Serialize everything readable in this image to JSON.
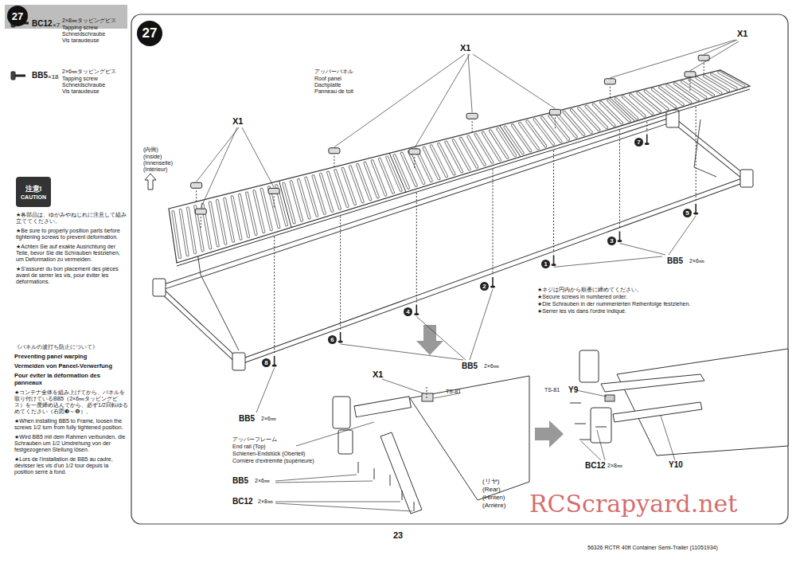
{
  "diagram": {
    "nodes": [
      {
        "text": [
          "27"
        ]
      },
      {
        "text": [
          "27"
        ]
      },
      {
        "text": [
          "注意!",
          "CAUTION"
        ]
      }
    ],
    "labels": [
      "BC12",
      "×7",
      "2×8㎜タッピングビス",
      "Tapping screw",
      "Schneidschraube",
      "Vis taraudeuse",
      "BB5",
      "×18",
      "2×6㎜タッピングビス",
      "Tapping screw",
      "Schneidschraube",
      "Vis taraudeuse",
      "★各部品は、ゆがみやねじれに注意して組み立ててください。",
      "★Be sure to properly position parts before tightening screws to prevent deformation.",
      "★Achten Sie auf exakte Ausrichtung der Teile, bevor Sie die Schrauben festziehen, um Deformation zu vermeiden.",
      "★S'assurer du bon placement des pièces avant de serrer les vis, pour éviter les déformations.",
      "《パネルの波打ち防止について》",
      "Preventing panel warping",
      "Vermeiden von Paneel-Verwerfung",
      "Pour éviter la déformation des panneaux",
      "★コンテナ全体を組み上げてから、パネルを取り付けているBB5（2×6㎜タッピングビス）を一度締め込んでから、必ず1/2回転ゆるめてください（右図❸～❽）。",
      "★When installing BB5 to Frame, loosen the screws 1/2 turn from fully tightened position.",
      "★Wird BB5 mit dem Rahmen verbunden, die Schrauben um 1/2 Umdrehung von der festgezogenen Stellung lösen.",
      "★Lors de l'installation de BB5 au cadre, dévisser les vis d'un 1/2 tour depuis la position serré à fond.",
      "X1",
      "X1",
      "X1",
      "アッパーパネル",
      "Roof panel",
      "Dachplatte",
      "Panneau de toit",
      "(内側)",
      "(Inside)",
      "(Innenseite)",
      "(Intérieur)",
      "BB5",
      "2×6㎜",
      "BB5",
      "2×6㎜",
      "BB5",
      "2×6㎜",
      "★ネジは円内から順番に締めてください。",
      "★Secure screws in numbered order.",
      "★Die Schrauben in der nummerierten Reihenfolge festziehen.",
      "★Serrer les vis dans l'ordre indiqué.",
      "1",
      "2",
      "3",
      "4",
      "5",
      "6",
      "7",
      "8",
      "X1",
      "TS-81",
      "アッパーフレーム",
      "End rail (Top)",
      "Schienen-Endstück (Oberteil)",
      "Cornière d'extrémité (supérieure)",
      "BB5",
      "2×6㎜",
      "BC12",
      "2×8㎜",
      "(リヤ)",
      "(Rear)",
      "(Hinten)",
      "(Arrière)",
      "TS-81",
      "Y9",
      "BC12",
      "2×8㎜",
      "Y10",
      "23",
      "56326 RCTR 40ft Container Semi-Trailer (11051934)",
      "RCScrapyard.net"
    ]
  }
}
